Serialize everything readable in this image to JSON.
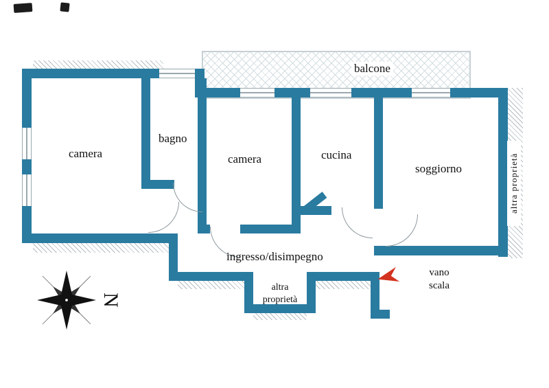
{
  "colors": {
    "wall": "#2a7ba0",
    "hatch": "#b4bec3",
    "balcony_line": "#c6d0d5",
    "arc": "#8b979c",
    "arrow": "#d2321e",
    "text": "#111111"
  },
  "labels": {
    "balcone": "balcone",
    "camera_left": "camera",
    "bagno": "bagno",
    "camera_mid": "camera",
    "cucina": "cucina",
    "soggiorno": "soggiorno",
    "ingresso": "ingresso/disimpegno",
    "altra_proprieta_bottom": "altra proprietà",
    "altra_proprieta_right": "altra proprietà",
    "vano_scala": "vano scala",
    "compass_letter": "N"
  }
}
